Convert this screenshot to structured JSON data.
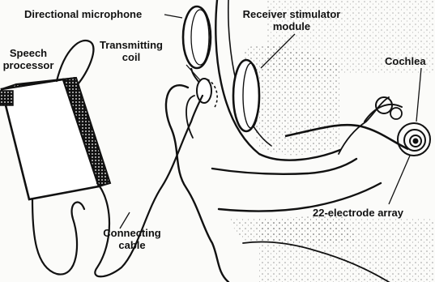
{
  "labels": {
    "directional_microphone": "Directional microphone",
    "receiver_stimulator_line1": "Receiver stimulator",
    "receiver_stimulator_line2": "module",
    "speech_processor_line1": "Speech",
    "speech_processor_line2": "processor",
    "transmitting_coil_line1": "Transmitting",
    "transmitting_coil_line2": "coil",
    "cochlea": "Cochlea",
    "connecting_cable_line1": "Connecting",
    "connecting_cable_line2": "cable",
    "electrode_array": "22-electrode array"
  },
  "colors": {
    "ink": "#111111",
    "paper": "#fbfbf9",
    "shade": "#2a2a2a"
  }
}
